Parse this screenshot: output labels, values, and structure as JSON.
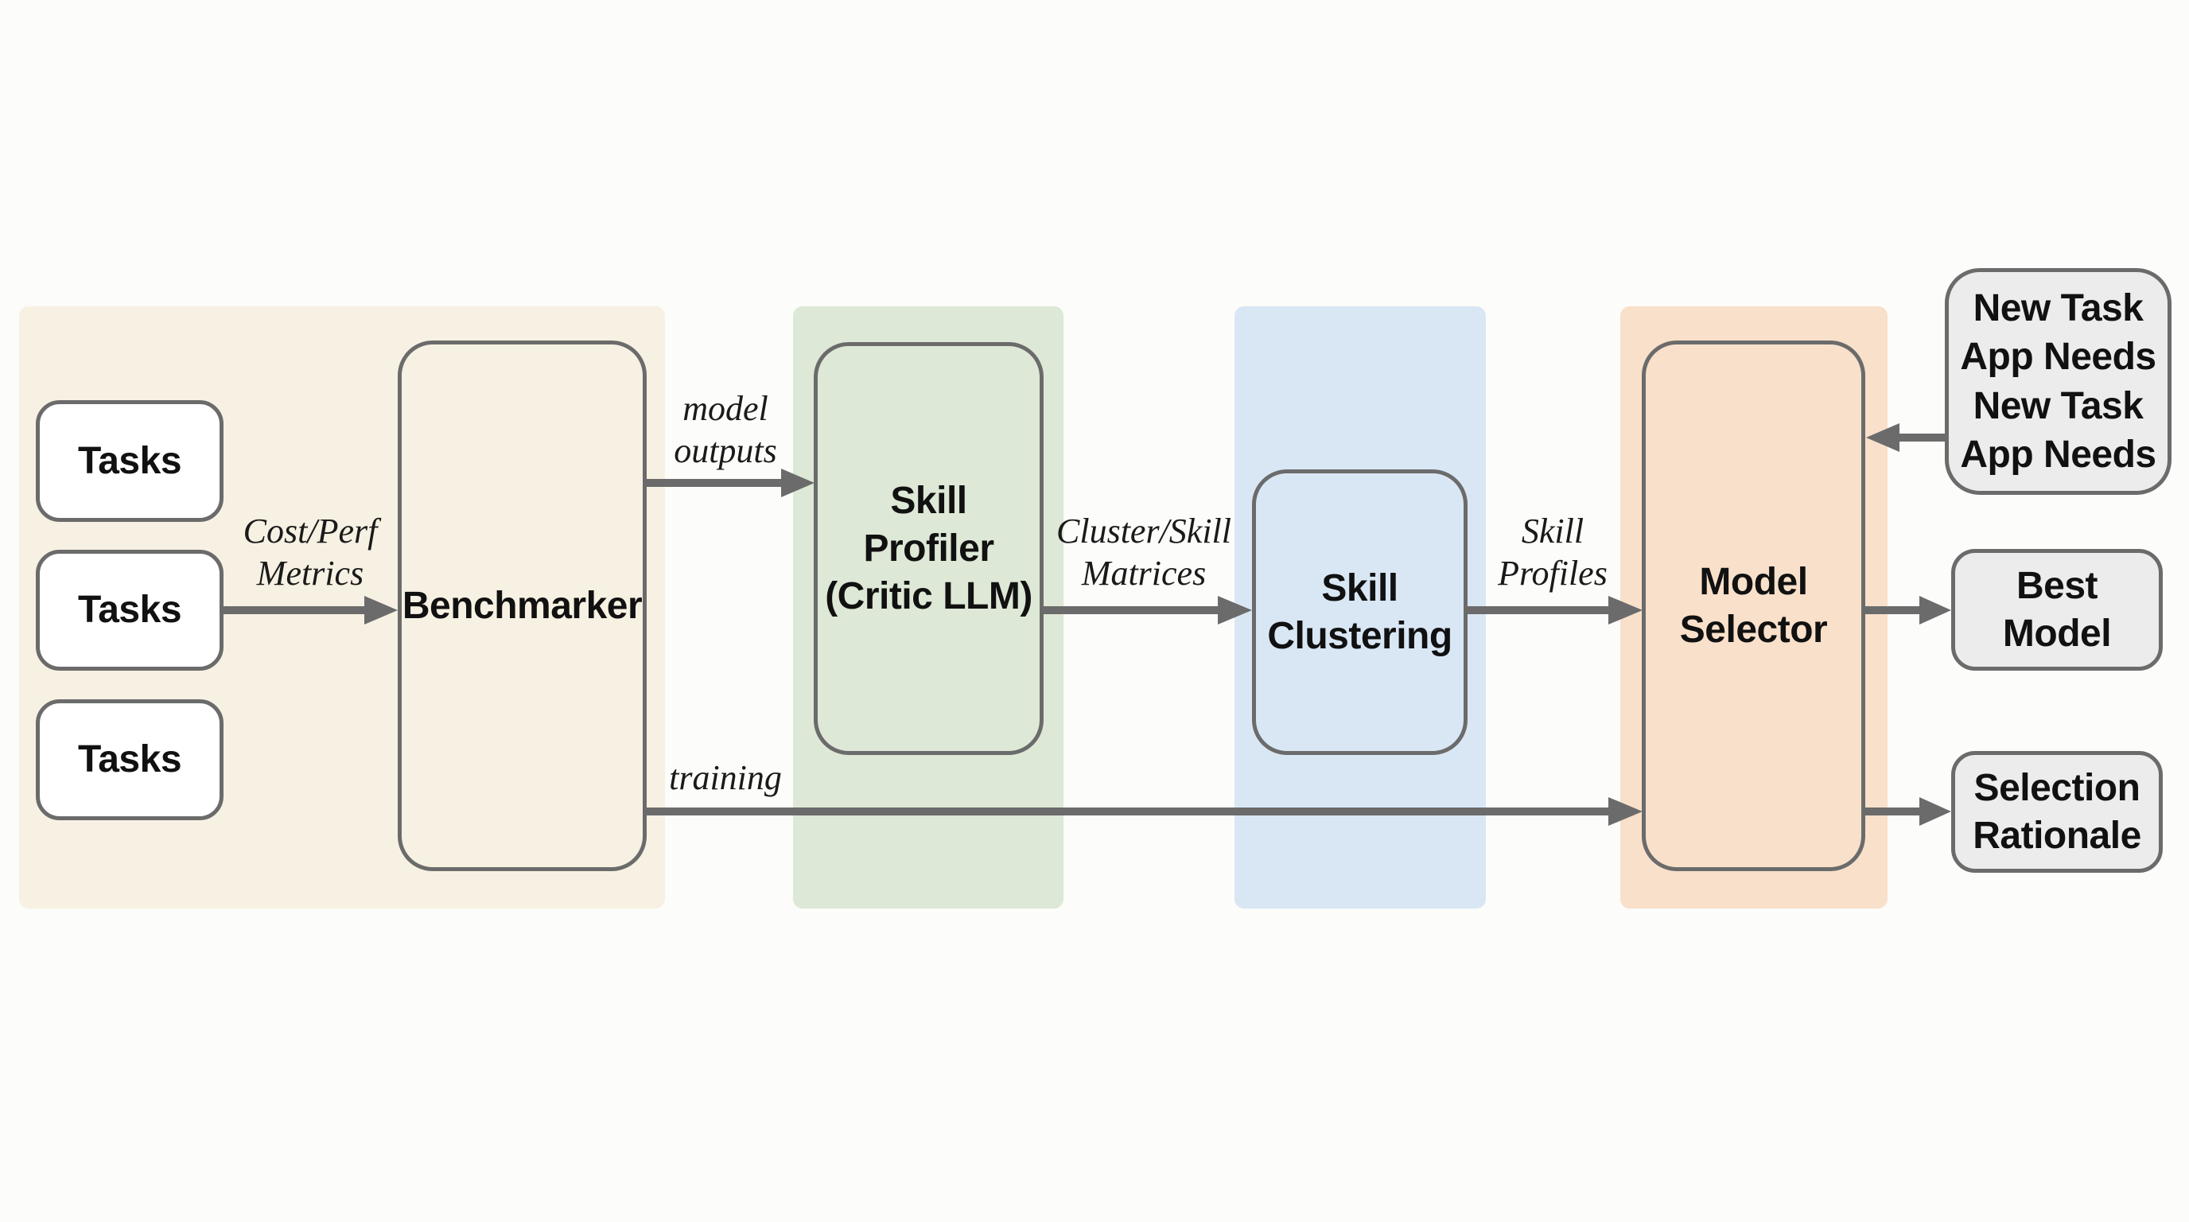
{
  "colors": {
    "input_panel": "#f6f1e2",
    "profiler_panel": "#dde8d6",
    "clustering_panel": "#d9e7f5",
    "selector_panel": "#f9e0ca",
    "node_border": "#6b6b6b",
    "arrow": "#6b6b6b",
    "task_fill": "#ffffff",
    "output_fill": "#ececec"
  },
  "nodes": {
    "tasks": [
      {
        "label": "Tasks"
      },
      {
        "label": "Tasks"
      },
      {
        "label": "Tasks"
      }
    ],
    "benchmarker": {
      "label": "Benchmarker"
    },
    "skill_profiler": {
      "lines": [
        "Skill",
        "Profiler",
        "(Critic LLM)"
      ]
    },
    "skill_clustering": {
      "lines": [
        "Skill",
        "Clustering"
      ]
    },
    "model_selector": {
      "lines": [
        "Model",
        "Selector"
      ]
    },
    "new_task": {
      "lines": [
        "New Task",
        "App Needs",
        "New Task",
        "App Needs"
      ]
    },
    "best_model": {
      "lines": [
        "Best",
        "Model"
      ]
    },
    "selection_rationale": {
      "lines": [
        "Selection",
        "Rationale"
      ]
    }
  },
  "edges": {
    "cost_perf": {
      "lines": [
        "Cost/Perf",
        "Metrics"
      ],
      "from": "tasks",
      "to": "benchmarker"
    },
    "model_outputs": {
      "lines": [
        "model",
        "outputs"
      ],
      "from": "benchmarker",
      "to": "skill_profiler"
    },
    "cluster_skill": {
      "lines": [
        "Cluster/Skill",
        "Matrices"
      ],
      "from": "skill_profiler",
      "to": "skill_clustering"
    },
    "skill_profiles": {
      "lines": [
        "Skill",
        "Profiles"
      ],
      "from": "skill_clustering",
      "to": "model_selector"
    },
    "training": {
      "label": "training",
      "from": "benchmarker",
      "to": "model_selector"
    },
    "new_task_in": {
      "from": "new_task",
      "to": "model_selector"
    },
    "best_model_out": {
      "from": "model_selector",
      "to": "best_model"
    },
    "rationale_out": {
      "from": "model_selector",
      "to": "selection_rationale"
    }
  }
}
